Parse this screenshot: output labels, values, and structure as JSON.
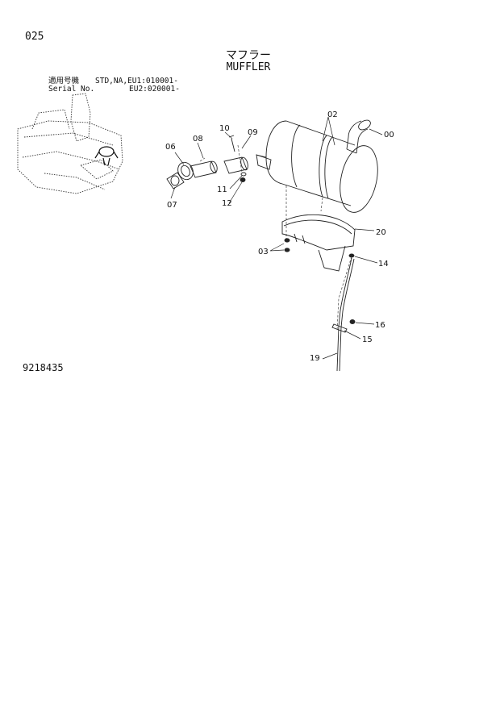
{
  "page": {
    "number": "025",
    "title_jp": "マフラー",
    "title_en": "MUFFLER",
    "applicability": {
      "label_jp": "適用号機",
      "label_en": "Serial No.",
      "line1": "STD,NA,EU1:010001-",
      "line2": "EU2:020001-"
    },
    "doc_number": "9218435"
  },
  "callouts": [
    "00",
    "02",
    "03",
    "06",
    "07",
    "08",
    "09",
    "10",
    "11",
    "12",
    "14",
    "15",
    "16",
    "19",
    "20"
  ]
}
